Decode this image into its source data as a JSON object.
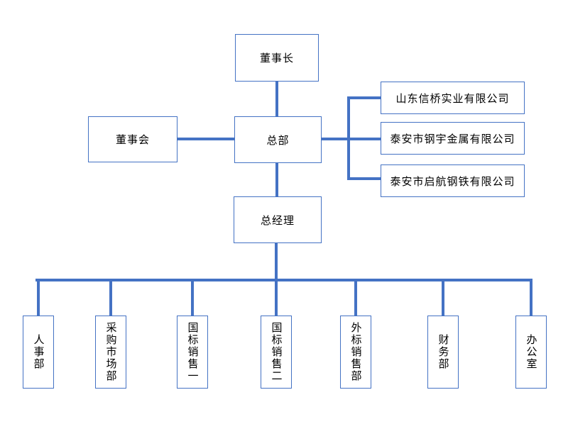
{
  "org_chart": {
    "nodes": {
      "chairman": {
        "label": "董事长"
      },
      "board": {
        "label": "董事会"
      },
      "headquarters": {
        "label": "总部"
      },
      "general_manager": {
        "label": "总经理"
      },
      "companies": [
        {
          "label": "山东信桥实业有限公司"
        },
        {
          "label": "泰安市钢宇金属有限公司"
        },
        {
          "label": "泰安市启航钢铁有限公司"
        }
      ],
      "departments": [
        {
          "label": "人事部"
        },
        {
          "label": "采购市场部"
        },
        {
          "label": "国标销售一"
        },
        {
          "label": "国标销售二"
        },
        {
          "label": "外标销售部"
        },
        {
          "label": "财务部"
        },
        {
          "label": "办公室"
        }
      ]
    },
    "edges": [
      {
        "from": "董事长",
        "to": "总部"
      },
      {
        "from": "董事会",
        "to": "总部"
      },
      {
        "from": "总部",
        "to": "山东信桥实业有限公司"
      },
      {
        "from": "总部",
        "to": "泰安市钢宇金属有限公司"
      },
      {
        "from": "总部",
        "to": "泰安市启航钢铁有限公司"
      },
      {
        "from": "总部",
        "to": "总经理"
      },
      {
        "from": "总经理",
        "to": "人事部"
      },
      {
        "from": "总经理",
        "to": "采购市场部"
      },
      {
        "from": "总经理",
        "to": "国标销售一"
      },
      {
        "from": "总经理",
        "to": "国标销售二"
      },
      {
        "from": "总经理",
        "to": "外标销售部"
      },
      {
        "from": "总经理",
        "to": "财务部"
      },
      {
        "from": "总经理",
        "to": "办公室"
      }
    ],
    "colors": {
      "connector": "#4472C4",
      "box_border": "#4472C4",
      "text": "#000000",
      "background": "#FFFFFF"
    }
  }
}
